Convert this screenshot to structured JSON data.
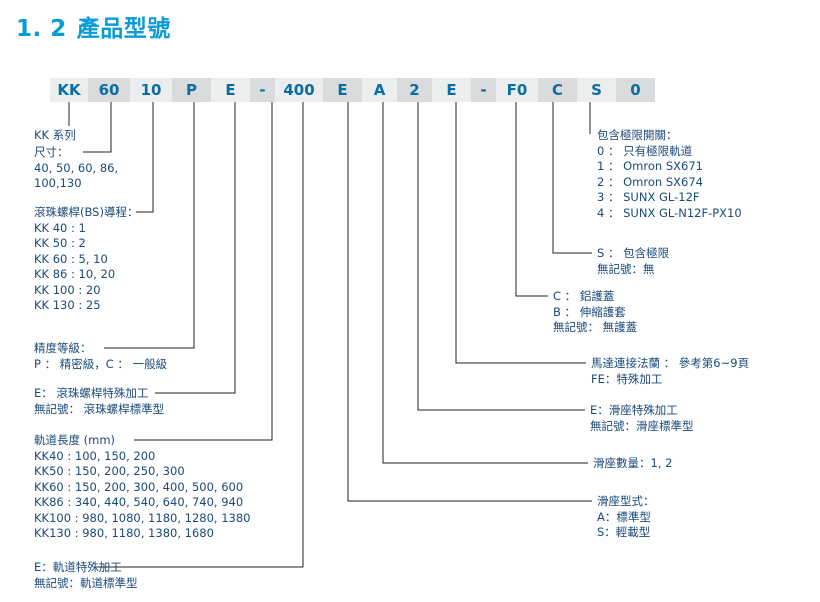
{
  "page": {
    "section_number": "1. 2",
    "title": "產品型號"
  },
  "model_code": {
    "cells": [
      {
        "label": "KK",
        "width": 38
      },
      {
        "label": "60",
        "width": 42
      },
      {
        "label": "10",
        "width": 42
      },
      {
        "label": "P",
        "width": 39
      },
      {
        "label": "E",
        "width": 39
      },
      {
        "label": "-",
        "width": 25
      },
      {
        "label": "400",
        "width": 48
      },
      {
        "label": "E",
        "width": 39
      },
      {
        "label": "A",
        "width": 35
      },
      {
        "label": "2",
        "width": 35
      },
      {
        "label": "E",
        "width": 39
      },
      {
        "label": "-",
        "width": 25
      },
      {
        "label": "F0",
        "width": 42
      },
      {
        "label": "C",
        "width": 39
      },
      {
        "label": "S",
        "width": 39
      },
      {
        "label": "0",
        "width": 39
      }
    ]
  },
  "left_notes": {
    "series": {
      "lines": [
        "KK 系列"
      ]
    },
    "size": {
      "lines": [
        "尺寸：",
        "40, 50, 60, 86,",
        "100,130"
      ]
    },
    "ball_screw_lead": {
      "lines": [
        "滾珠螺桿(BS)導程：",
        "KK 40 : 1",
        "KK 50 : 2",
        "KK 60 :  5, 10",
        "KK 86 :  10, 20",
        "KK 100 :  20",
        "KK 130 :  25"
      ]
    },
    "accuracy_grade": {
      "lines": [
        "精度等級：",
        "P ： 精密級，C ： 一般級"
      ]
    },
    "ball_screw_machining": {
      "lines": [
        "E： 滾珠螺桿特殊加工",
        "無記號： 滾珠螺桿標準型"
      ]
    },
    "rail_length": {
      "lines": [
        "軌道長度 (mm)",
        "KK40 : 100, 150, 200",
        "KK50 : 150, 200, 250, 300",
        "KK60 : 150, 200, 300,  400,  500, 600",
        "KK86 : 340, 440, 540, 640, 740, 940",
        "KK100 : 980, 1080, 1180, 1280, 1380",
        "KK130 : 980, 1180, 1380, 1680"
      ]
    },
    "rail_machining": {
      "lines": [
        "E：軌道特殊加工",
        "無記號：軌道標準型"
      ]
    }
  },
  "right_notes": {
    "limit_switch": {
      "lines": [
        "包含極限開關：",
        "0 ： 只有極限軌道",
        "1 ： Omron SX671",
        "2 ： Omron SX674",
        "3 ： SUNX GL-12F",
        "4 ： SUNX GL-N12F-PX10"
      ]
    },
    "limit_included": {
      "lines": [
        "S ： 包含極限",
        "無記號：無"
      ]
    },
    "cover": {
      "lines": [
        "C ： 鋁護蓋",
        "B ： 伸縮護套",
        "無記號： 無護蓋"
      ]
    },
    "motor_flange": {
      "lines": [
        "馬達連接法蘭 ： 參考第6~9頁",
        "FE：特殊加工"
      ]
    },
    "saddle_machining": {
      "lines": [
        "E：滑座特殊加工",
        "無記號：滑座標準型"
      ]
    },
    "saddle_quantity": {
      "lines": [
        "滑座數量：1, 2"
      ]
    },
    "saddle_type": {
      "lines": [
        "滑座型式：",
        "A：標準型",
        "S：輕載型"
      ]
    }
  },
  "colors": {
    "title_blue": "#0b9bd8",
    "code_text": "#0a6ea5",
    "note_text": "#1a4a7a",
    "cell_light": "#eceded",
    "cell_dark": "#d9dbdc",
    "leader": "#231f20"
  }
}
